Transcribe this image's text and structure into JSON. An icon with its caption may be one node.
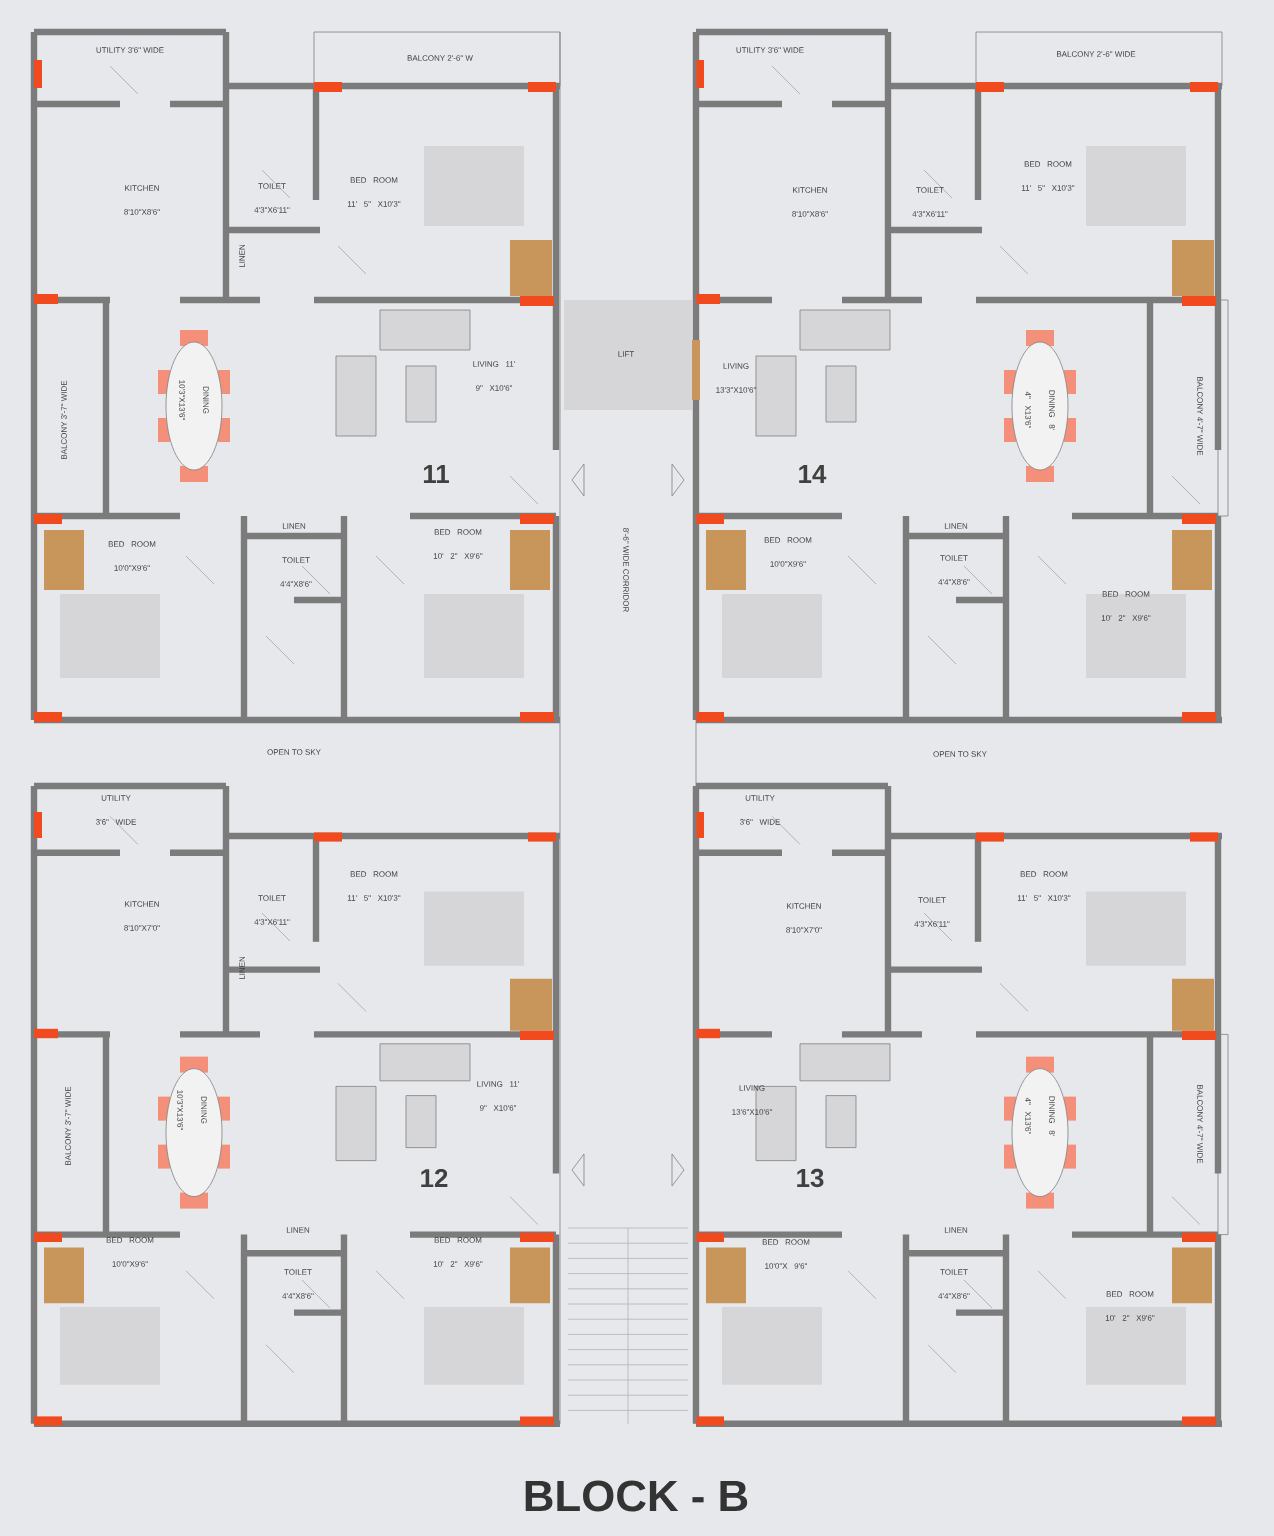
{
  "diagram": {
    "title": "BLOCK - B",
    "labels": [
      "UTILITY 3'6\" WIDE",
      "BALCONY 2'-6\" W",
      "KITCHEN 8'10\"X8'6\"",
      "TOILET 4'3\"X6'11\"",
      "BED ROOM 11' 5\" X10'3\"",
      "LINEN",
      "BALCONY 3'-7\" WIDE",
      "DINING 10'3\"X13'6\"",
      "LIVING 11' 9\" X10'6\"",
      "11",
      "LIFT",
      "8'-6\" WIDE CORRIDOR",
      "BED ROOM 10'0\"X9'6\"",
      "LINEN",
      "TOILET 4'4\"X8'6\"",
      "BED ROOM 10' 2\" X9'6\"",
      "UTILITY 3'6\" WIDE",
      "BALCONY 2'-6\" WIDE",
      "KITCHEN 8'10\"X8'6\"",
      "TOILET 4'3\"X6'11\"",
      "BED ROOM 11' 5\" X10'3\"",
      "LIVING 13'3\"X10'6\"",
      "DINING 8' 4\" X13'6\"",
      "BALCONY 4'-7\" WIDE",
      "14",
      "BED ROOM 10'0\"X9'6\"",
      "LINEN",
      "TOILET 4'4\"X8'6\"",
      "BED ROOM 10' 2\" X9'6\"",
      "OPEN TO SKY",
      "OPEN TO SKY",
      "UTILITY 3'6\" WIDE",
      "KITCHEN 8'10\"X7'0\"",
      "TOILET 4'3\"X6'11\"",
      "BED ROOM 11' 5\" X10'3\"",
      "LINEN",
      "BALCONY 3'-7\" WIDE",
      "DINING 10'3\"X13'6\"",
      "LIVING 11' 9\" X10'6\"",
      "12",
      "BED ROOM 10'0\"X9'6\"",
      "LINEN",
      "TOILET 4'4\"X8'6\"",
      "BED ROOM 10' 2\" X9'6\"",
      "UTILITY 3'6\" WIDE",
      "KITCHEN 8'10\"X7'0\"",
      "TOILET 4'3\"X6'11\"",
      "BED ROOM 11' 5\" X10'3\"",
      "LIVING 13'6\"X10'6\"",
      "DINING 8' 4\" X13'6\"",
      "BALCONY 4'-7\" WIDE",
      "13",
      "BED ROOM 10'0\"X 9'6\"",
      "LINEN",
      "TOILET 4'4\"X8'6\"",
      "BED ROOM 10' 2\" X9'6\""
    ]
  }
}
